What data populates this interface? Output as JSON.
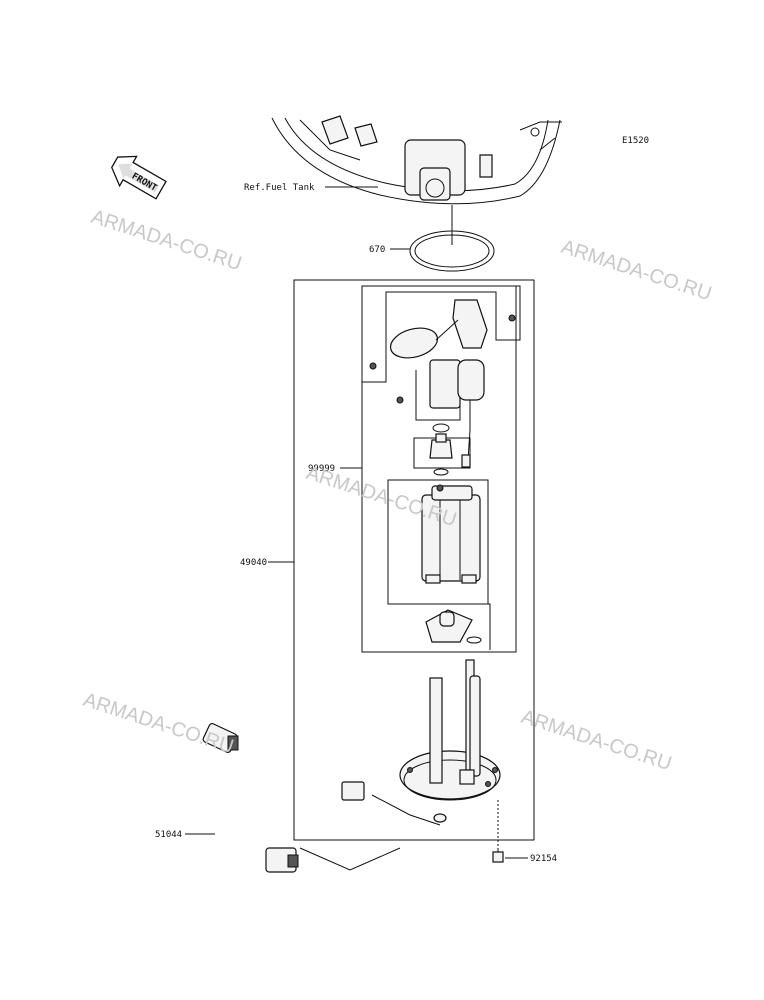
{
  "diagram_code": "E1520",
  "ref_label": "Ref.Fuel Tank",
  "direction_marker": "FRONT",
  "watermark": "ARMADA-CO.RU",
  "parts": {
    "gasket": "670",
    "pump_kit": "99999",
    "pump_assembly": "49040",
    "wire_lead": "51044",
    "bolt": "92154"
  }
}
